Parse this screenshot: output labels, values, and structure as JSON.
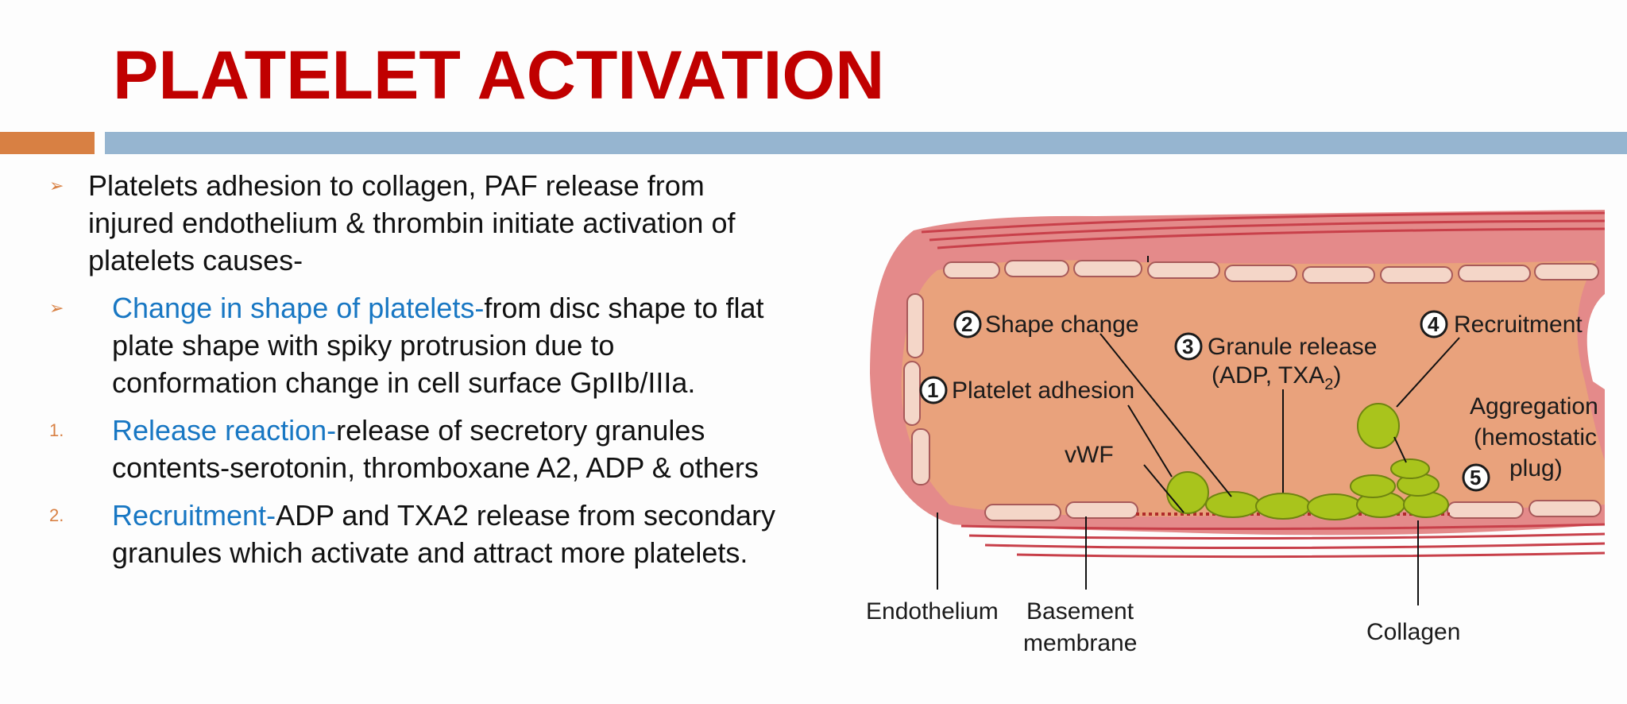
{
  "title": "PLATELET ACTIVATION",
  "bullets": [
    {
      "marker": "➢",
      "lines": [
        "Platelets adhesion to collagen, PAF release from",
        "injured endothelium & thrombin initiate activation of",
        "platelets causes-"
      ]
    },
    {
      "marker": "➢",
      "highlight": "Change in shape of platelets-",
      "lines": [
        "from disc shape to flat",
        "plate shape with spiky protrusion due to",
        "conformation change in cell surface GpIIb/IIIa."
      ]
    },
    {
      "marker": "1.",
      "highlight": "Release reaction-",
      "lines": [
        "release of secretory granules",
        "contents-serotonin, thromboxane A2, ADP & others"
      ]
    },
    {
      "marker": "2.",
      "highlight": "Recruitment-",
      "lines": [
        "ADP and TXA2 release from secondary",
        "granules which activate and attract more platelets."
      ]
    }
  ],
  "diagram": {
    "steps": {
      "s1": {
        "num": "1",
        "label": "Platelet adhesion"
      },
      "s2": {
        "num": "2",
        "label": "Shape change"
      },
      "s3": {
        "num": "3",
        "label": "Granule release",
        "sub": "(ADP, TXA",
        "sub_sub": "2",
        "sub_end": ")"
      },
      "s4": {
        "num": "4",
        "label": "Recruitment"
      },
      "s5": {
        "num": "5"
      }
    },
    "aggregation": [
      "Aggregation",
      "(hemostatic",
      "plug)"
    ],
    "vwf": "vWF",
    "endothelium": "Endothelium",
    "basement": [
      "Basement",
      "membrane"
    ],
    "collagen": "Collagen"
  },
  "colors": {
    "title": "#c00000",
    "accent": "#1877c3",
    "bar_orange": "#d88043",
    "bar_blue": "#96b5d0",
    "platelet": "#a9c41c",
    "vessel_wall": "#e48a8a",
    "lumen": "#e9a27c"
  }
}
